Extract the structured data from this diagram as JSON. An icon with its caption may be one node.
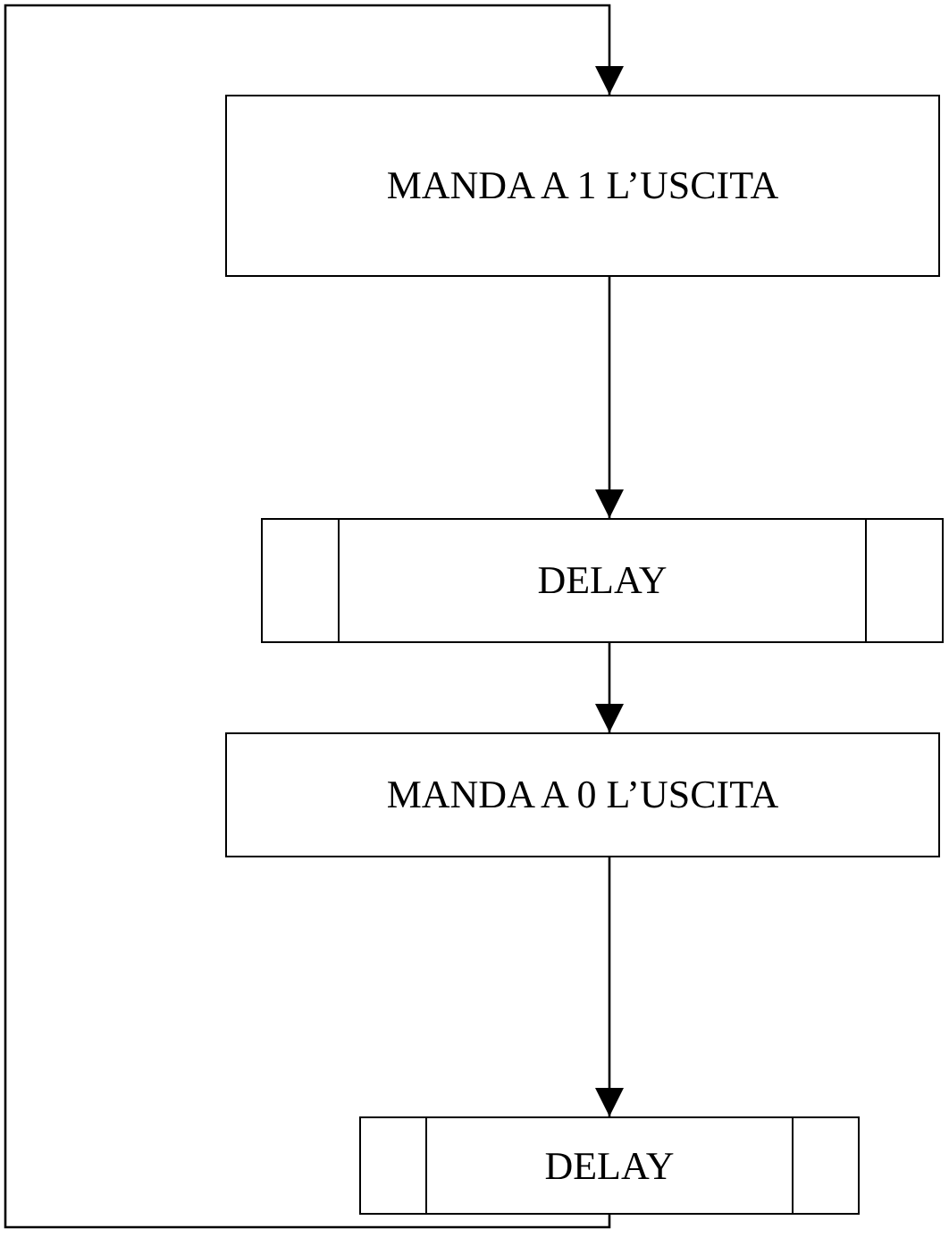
{
  "diagram": {
    "nodes": [
      {
        "text": [
          "MANDA A 1 L’USCITA"
        ]
      },
      {
        "text": [
          "DELAY"
        ]
      },
      {
        "text": [
          "MANDA A 0 L’USCITA"
        ]
      },
      {
        "text": [
          "DELAY"
        ]
      }
    ],
    "edges": [
      {
        "from": 0,
        "to": 1,
        "arrow": "to"
      },
      {
        "from": 1,
        "to": 2,
        "arrow": "to"
      },
      {
        "from": 2,
        "to": 3,
        "arrow": "to"
      },
      {
        "from": 3,
        "to": 0,
        "arrow": "to"
      }
    ]
  }
}
